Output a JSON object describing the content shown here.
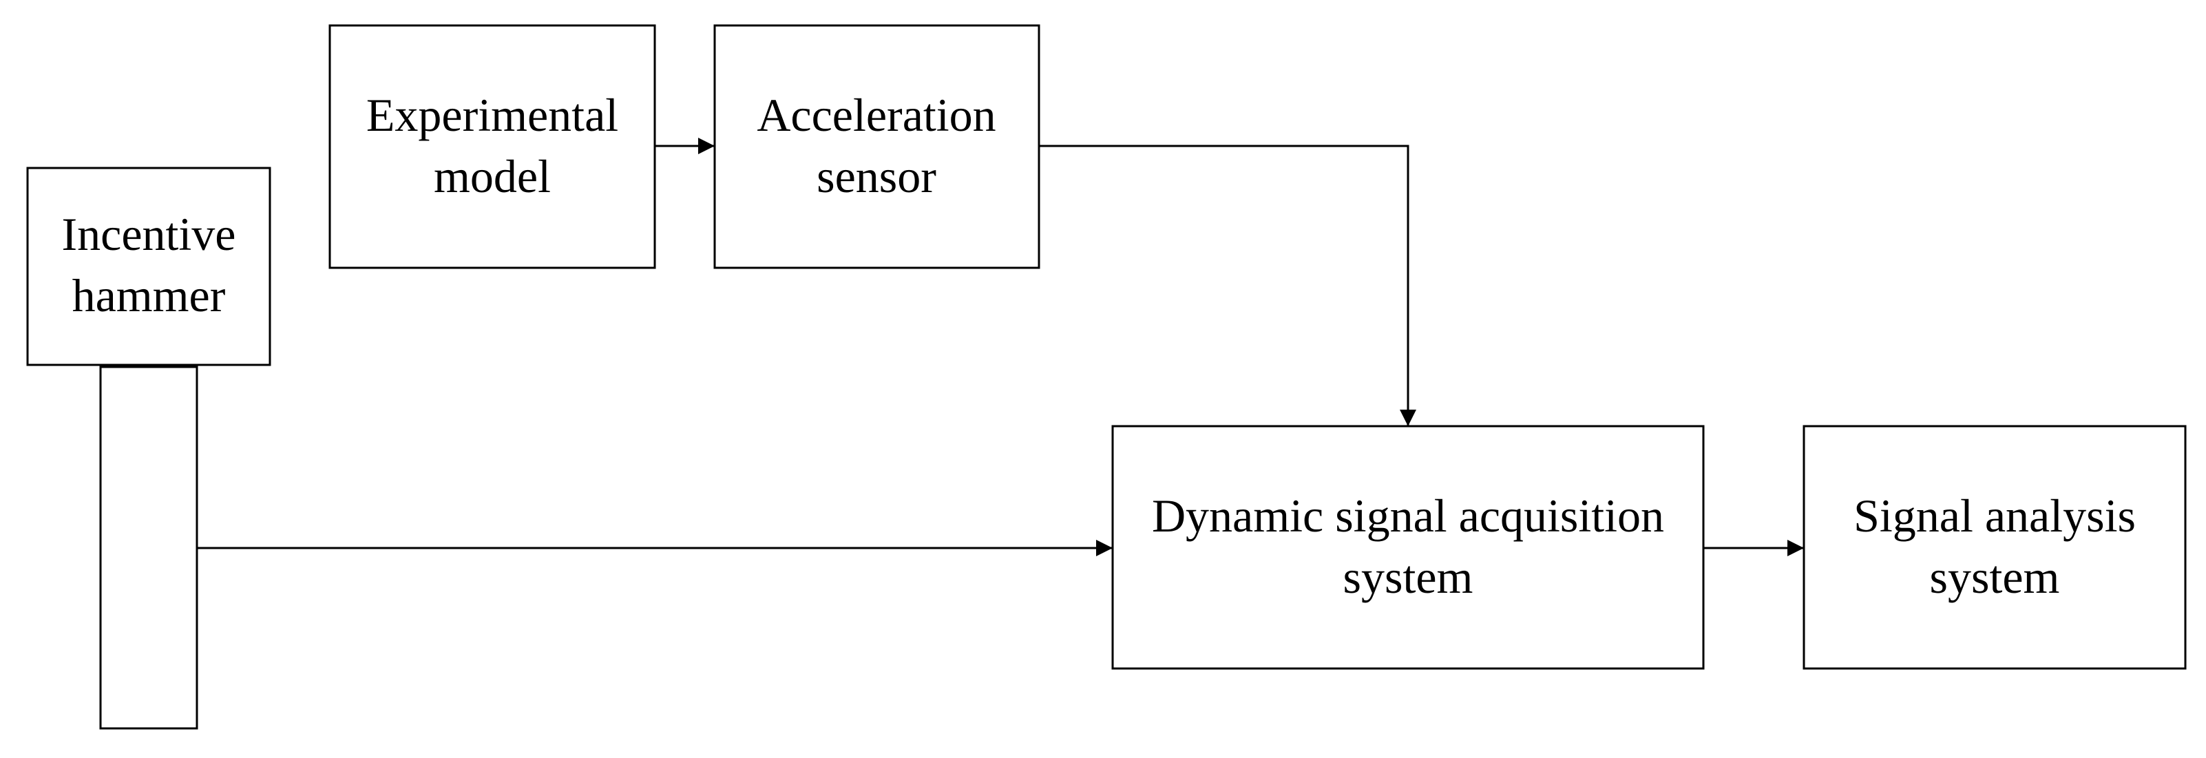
{
  "nodes": {
    "incentive_hammer": {
      "line1": "Incentive",
      "line2": "hammer"
    },
    "experimental_model": {
      "line1": "Experimental",
      "line2": "model"
    },
    "acceleration_sensor": {
      "line1": "Acceleration",
      "line2": "sensor"
    },
    "dynamic_signal_acquisition": {
      "line1": "Dynamic signal acquisition",
      "line2": "system"
    },
    "signal_analysis": {
      "line1": "Signal analysis",
      "line2": "system"
    }
  },
  "edges": [
    {
      "from": "experimental_model",
      "to": "acceleration_sensor"
    },
    {
      "from": "acceleration_sensor",
      "to": "dynamic_signal_acquisition"
    },
    {
      "from": "incentive_hammer",
      "to": "dynamic_signal_acquisition"
    },
    {
      "from": "dynamic_signal_acquisition",
      "to": "signal_analysis"
    }
  ],
  "colors": {
    "stroke": "#000000",
    "background": "#ffffff"
  }
}
